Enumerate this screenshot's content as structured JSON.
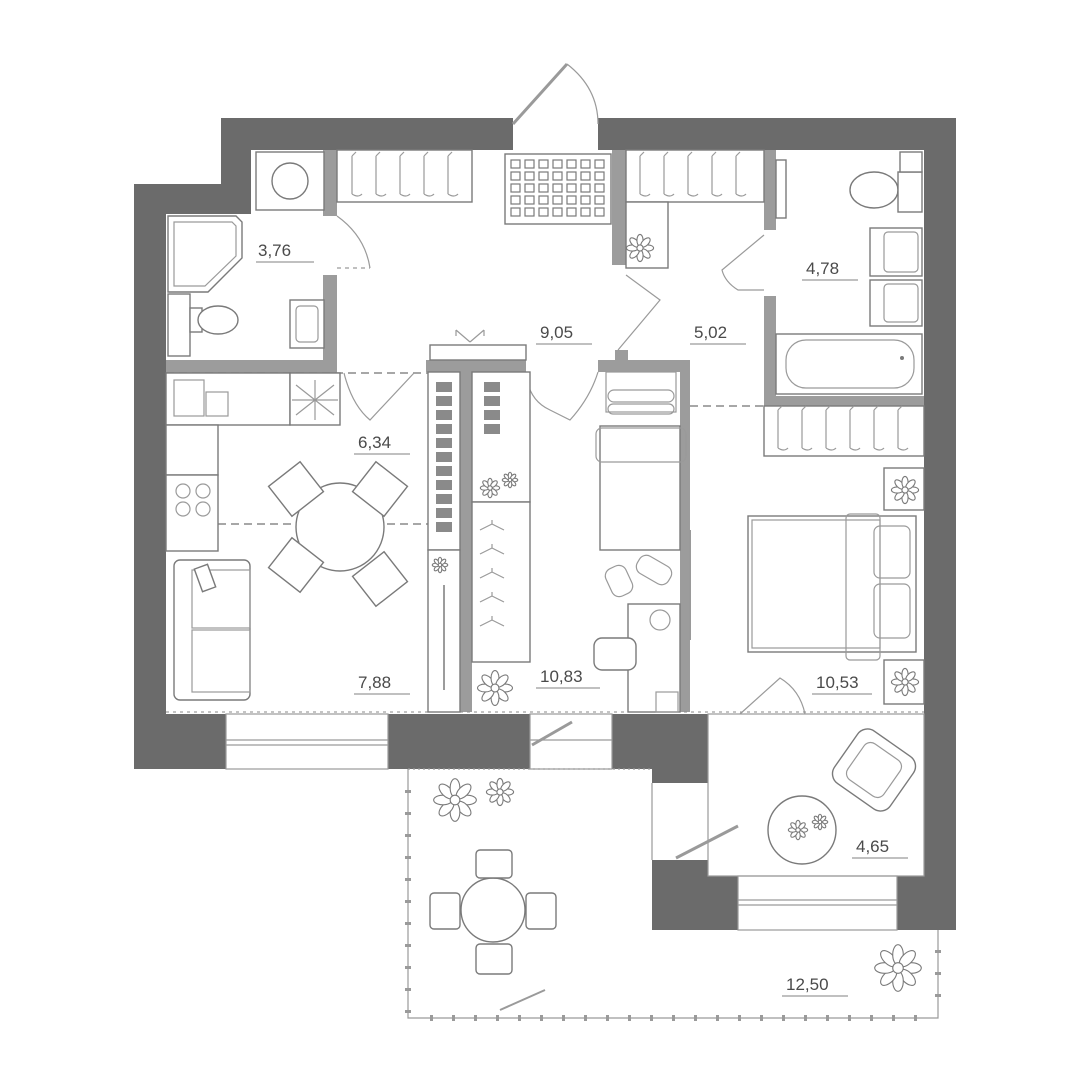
{
  "plan": {
    "wall_color": "#6b6b6b",
    "partition_color": "#9c9c9c",
    "line_color": "#7a7a7a",
    "label_color": "#4a4a4a",
    "rooms": [
      {
        "id": "bathroom-1",
        "area": "3,76"
      },
      {
        "id": "hall",
        "area": "9,05"
      },
      {
        "id": "corridor",
        "area": "5,02"
      },
      {
        "id": "bathroom-2",
        "area": "4,78"
      },
      {
        "id": "kitchen",
        "area": "6,34"
      },
      {
        "id": "living",
        "area": "7,88"
      },
      {
        "id": "bedroom-1",
        "area": "10,83"
      },
      {
        "id": "bedroom-2",
        "area": "10,53"
      },
      {
        "id": "loggia",
        "area": "4,65"
      },
      {
        "id": "terrace",
        "area": "12,50"
      }
    ]
  }
}
